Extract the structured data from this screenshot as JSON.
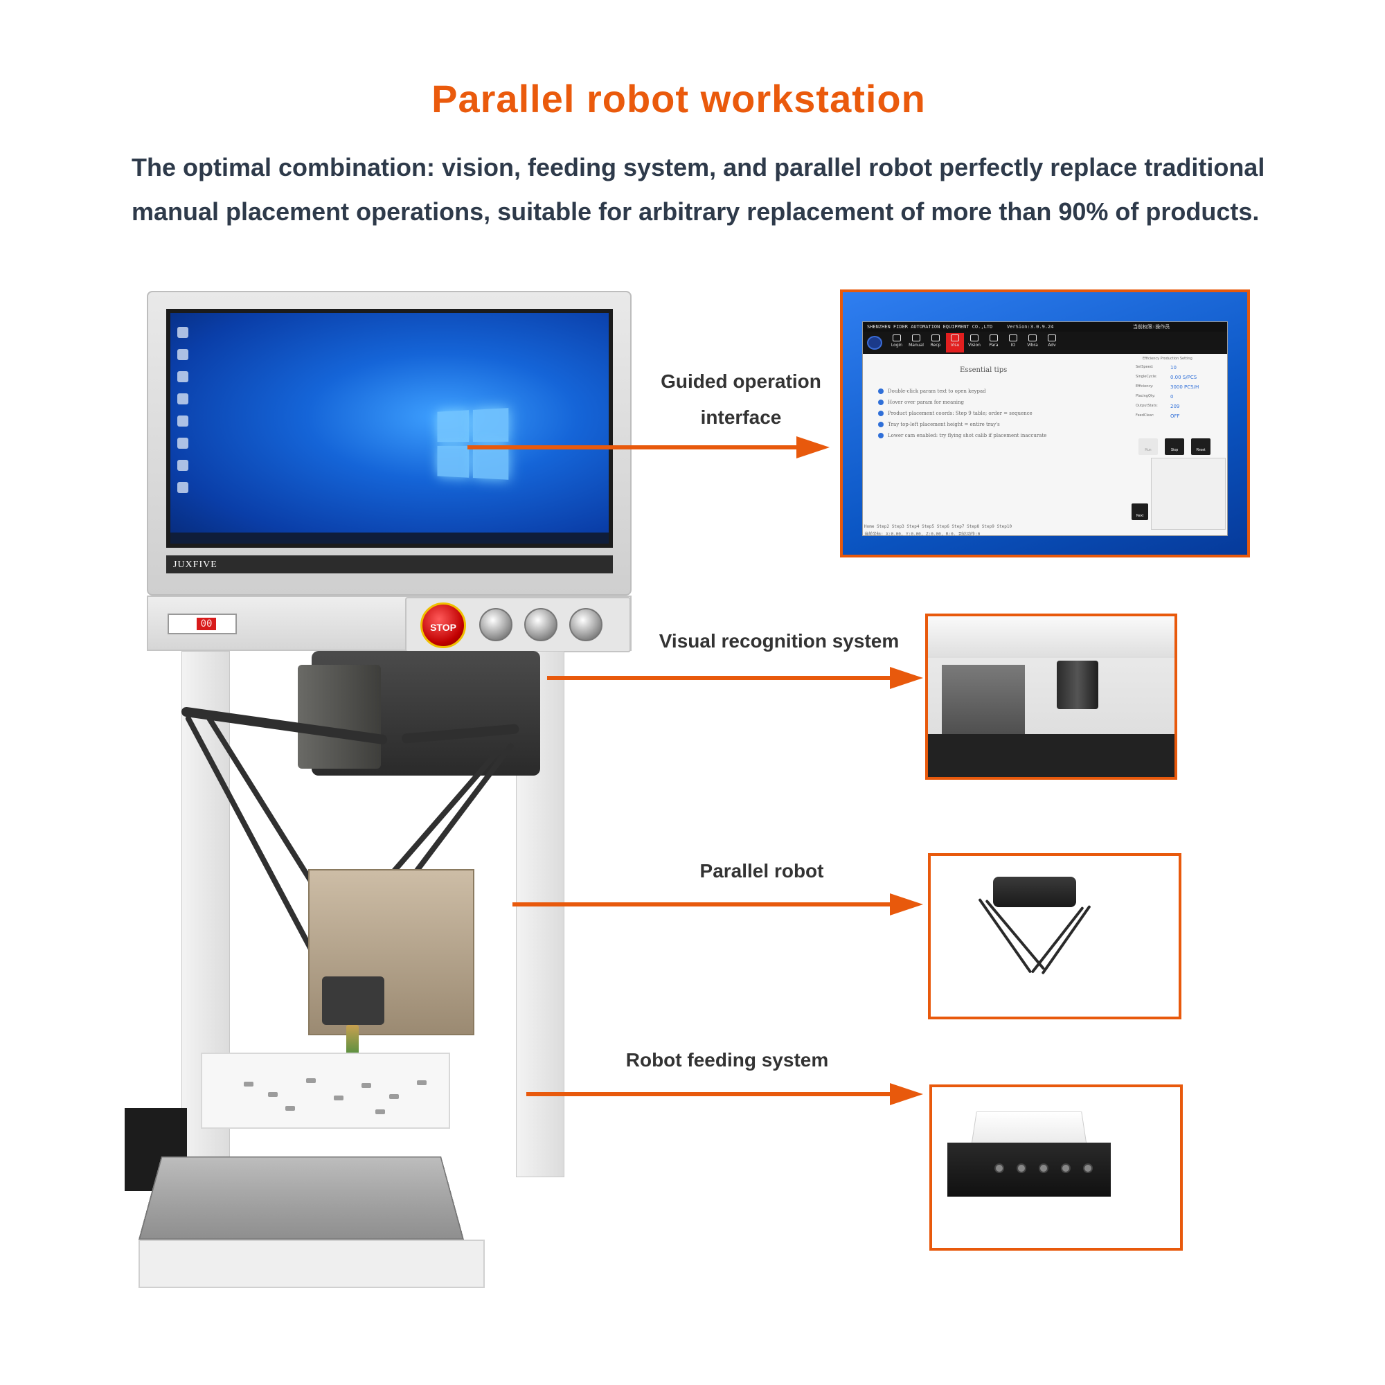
{
  "title": "Parallel robot workstation",
  "subtitle": "The optimal combination: vision, feeding system, and parallel robot perfectly replace traditional manual placement operations, suitable for arbitrary replacement of more than 90% of products.",
  "colors": {
    "accent": "#e8590c",
    "title": "#ea5a0c",
    "text": "#2e3a4a"
  },
  "machine": {
    "brand": "JUXFIVE",
    "counter": "00",
    "stop_label": "STOP"
  },
  "callouts": {
    "guided_ui": {
      "label_line1": "Guided operation",
      "label_line2": "interface"
    },
    "vision": {
      "label": "Visual recognition system"
    },
    "robot": {
      "label": "Parallel robot"
    },
    "feeder": {
      "label": "Robot feeding system"
    }
  },
  "software": {
    "company": "SHENZHEN FIDER AUTOMATION EQUIPMENT CO.,LTD",
    "version": "VerSion:3.0.9.24",
    "user": "当前权限:操作员",
    "tools": [
      {
        "label": "Login",
        "icon": "user-icon"
      },
      {
        "label": "Manual",
        "icon": "hand-icon"
      },
      {
        "label": "Recp",
        "icon": "recipe-icon"
      },
      {
        "label": "Visu",
        "icon": "visual-icon"
      },
      {
        "label": "Vision",
        "icon": "camera-icon"
      },
      {
        "label": "Para",
        "icon": "parameter-icon"
      },
      {
        "label": "IO",
        "icon": "io-icon"
      },
      {
        "label": "Vibra",
        "icon": "vibration-icon"
      },
      {
        "label": "Adv",
        "icon": "advanced-icon"
      }
    ],
    "heading": "Essential tips",
    "tips": [
      "Double-click param text to open keypad",
      "Hover over param for meaning",
      "Product placement coords: Step 9 table; order = sequence",
      "Tray top-left placement height = entire tray's",
      "Lower cam enabled: try flying shot calib if placement inaccurate"
    ],
    "panel_tabs": "Efficiency Production Setting",
    "params": [
      {
        "key": "SetSpeed:",
        "value": "10"
      },
      {
        "key": "SingleCycle:",
        "value": "0.00 S/PCS"
      },
      {
        "key": "Efficiency:",
        "value": "3000 PCS/H"
      },
      {
        "key": "PlacingQty:",
        "value": "0"
      },
      {
        "key": "OutputStats:",
        "value": "209"
      },
      {
        "key": "FeedClear:",
        "value": "OFF"
      }
    ],
    "buttons": {
      "run": "Run",
      "stop": "Stop",
      "reset": "Reset",
      "next": "Next"
    },
    "steps": "Home  Step2  Step3  Step4  Step5  Step6  Step7  Step8  Step9  Step10",
    "status": "当前坐标: X:0.00, Y:0.00, Z:0.00, R:0. 到达动作:0"
  }
}
